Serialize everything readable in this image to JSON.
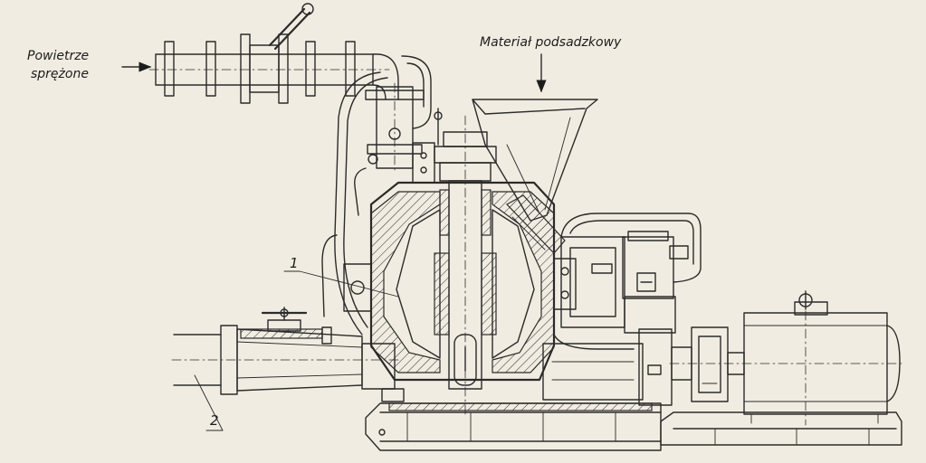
{
  "labels": {
    "air_line1": "Powietrze",
    "air_line2": "sprężone",
    "material": "Materiał podsadzkowy",
    "part1": "1",
    "part2": "2"
  },
  "colors": {
    "paper": "#f1ece1",
    "ink": "#2b2b2b"
  }
}
